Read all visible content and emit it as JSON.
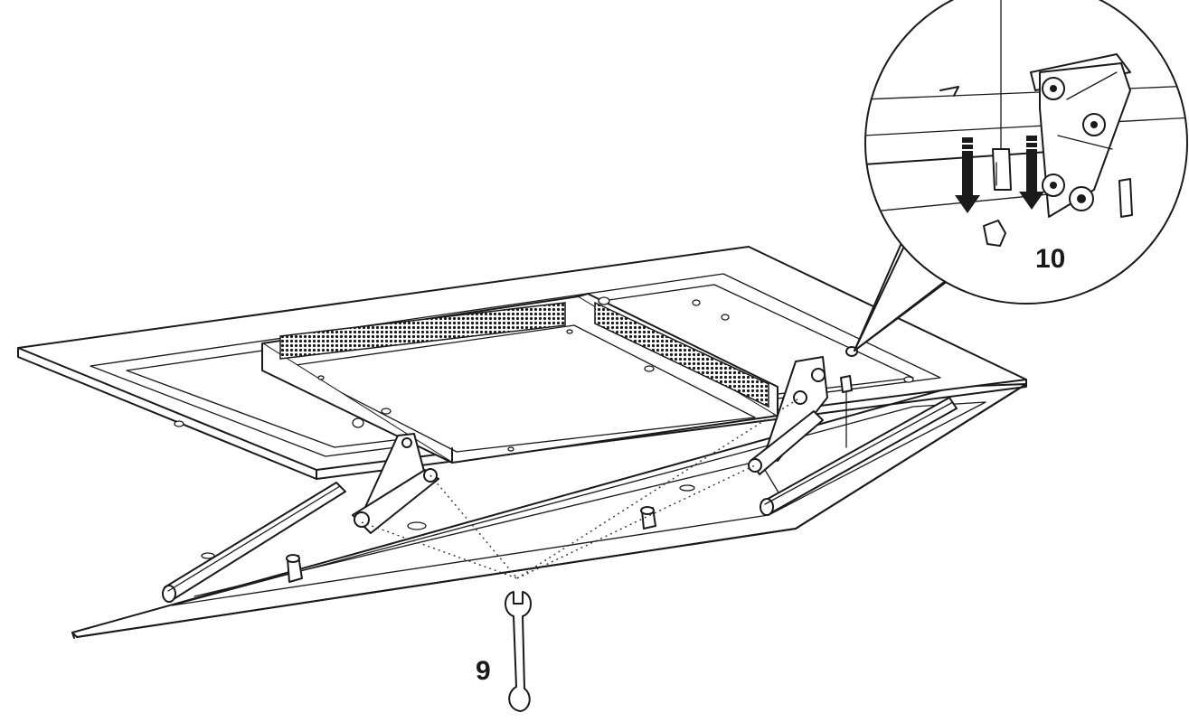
{
  "diagram": {
    "callouts": [
      {
        "id": "step-9",
        "label": "9"
      },
      {
        "id": "step-10",
        "label": "10"
      }
    ]
  }
}
